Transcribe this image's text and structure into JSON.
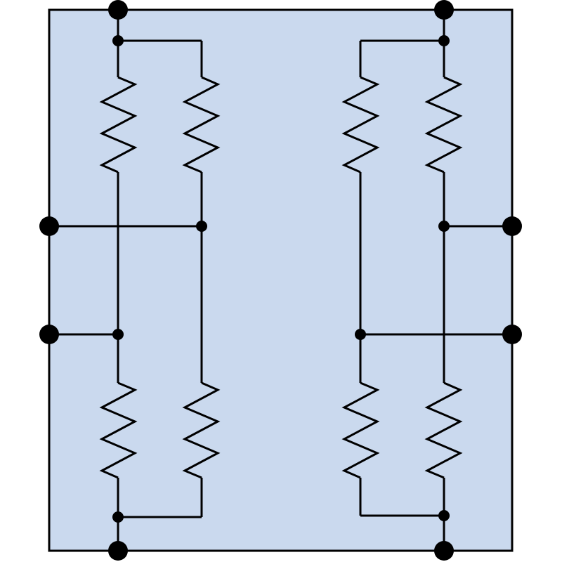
{
  "diagram": {
    "kind": "resistor network",
    "colors": {
      "panel_fill": "#cad9ee",
      "panel_stroke": "#000000",
      "wire": "#000000",
      "node": "#000000"
    },
    "resistor_count": 8,
    "terminal_count": 8
  }
}
